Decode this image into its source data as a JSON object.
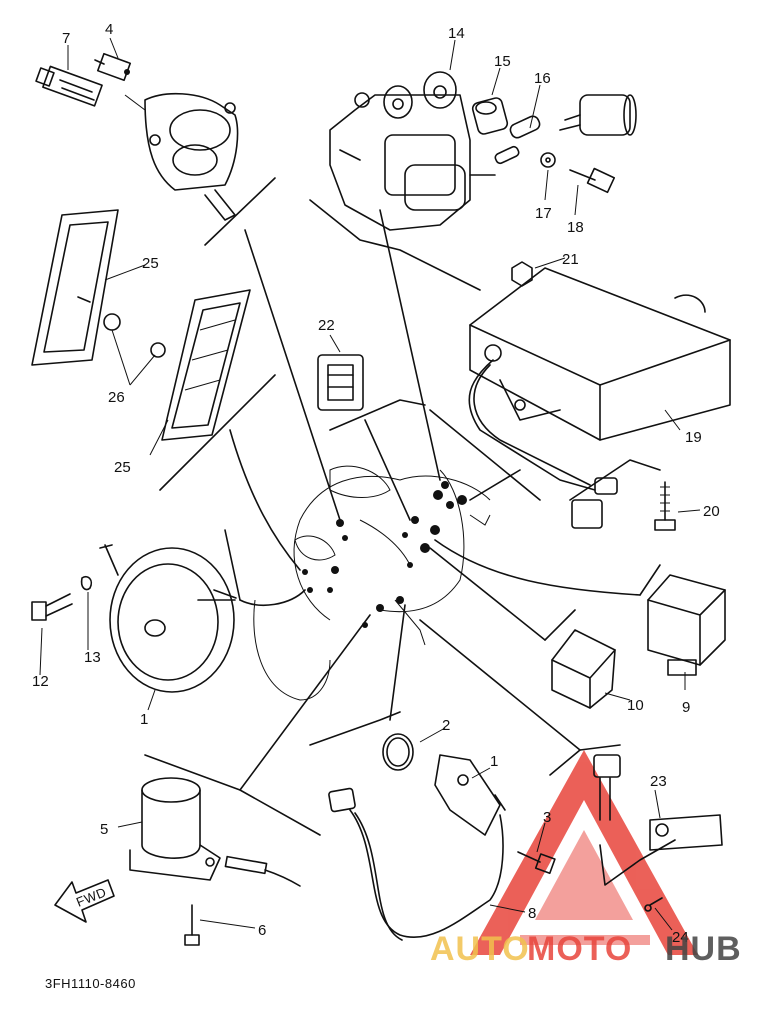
{
  "diagram": {
    "part_code": "3FH1110-8460",
    "fwd_label": "FWD",
    "callouts": {
      "c1": "1",
      "c1b": "1",
      "c2": "2",
      "c3": "3",
      "c4": "4",
      "c5": "5",
      "c6": "6",
      "c7": "7",
      "c8": "8",
      "c9": "9",
      "c10": "10",
      "c12": "12",
      "c13": "13",
      "c14": "14",
      "c15": "15",
      "c16": "16",
      "c17": "17",
      "c18": "18",
      "c19": "19",
      "c20": "20",
      "c21": "21",
      "c22": "22",
      "c23": "23",
      "c24": "24",
      "c25a": "25",
      "c25b": "25",
      "c26": "26"
    }
  },
  "watermark": {
    "word_a": "AUTO",
    "word_b": "MOTO",
    "word_c": "HUB",
    "color_a": "#f2c14e",
    "color_b": "#e8453c",
    "color_c": "#444444"
  }
}
